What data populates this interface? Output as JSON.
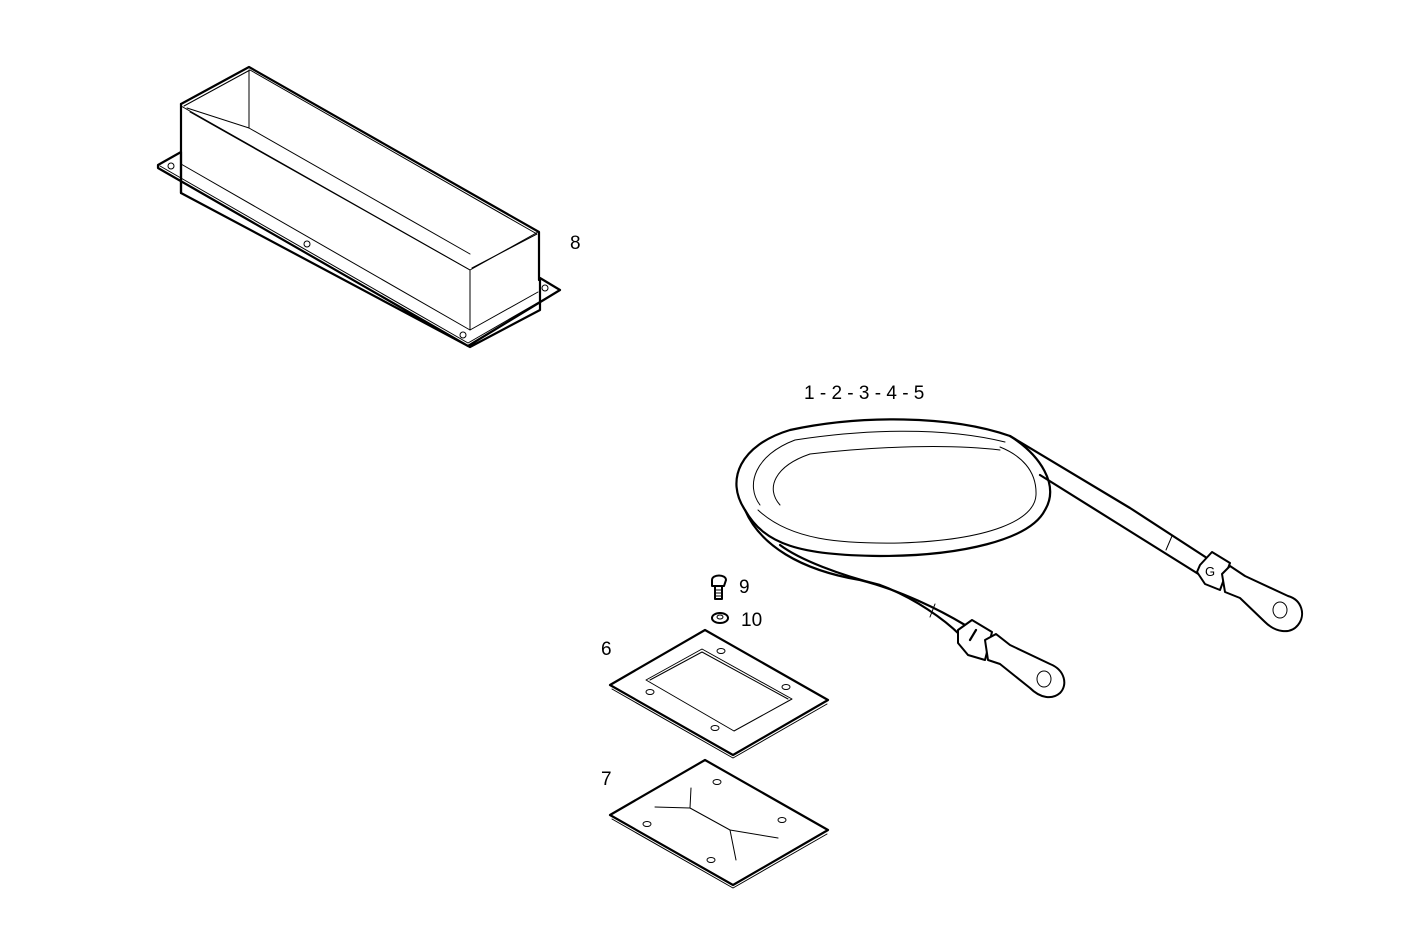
{
  "diagram": {
    "type": "exploded-parts-view",
    "background": "#ffffff",
    "line_color": "#000000",
    "parts": [
      {
        "id": "cable",
        "label": "1 - 2 - 3 - 4 - 5",
        "description": "battery cable with ring terminals",
        "terminal_marks": [
          "I",
          "G"
        ]
      },
      {
        "id": "gasket-frame",
        "label": "6",
        "description": "rectangular frame gasket with 4 holes"
      },
      {
        "id": "gasket-plate",
        "label": "7",
        "description": "rectangular plate with slit pattern and 4 holes"
      },
      {
        "id": "box-housing",
        "label": "8",
        "description": "open rectangular box with flange and mounting holes"
      },
      {
        "id": "bolt",
        "label": "9",
        "description": "bolt"
      },
      {
        "id": "washer",
        "label": "10",
        "description": "washer"
      }
    ]
  }
}
